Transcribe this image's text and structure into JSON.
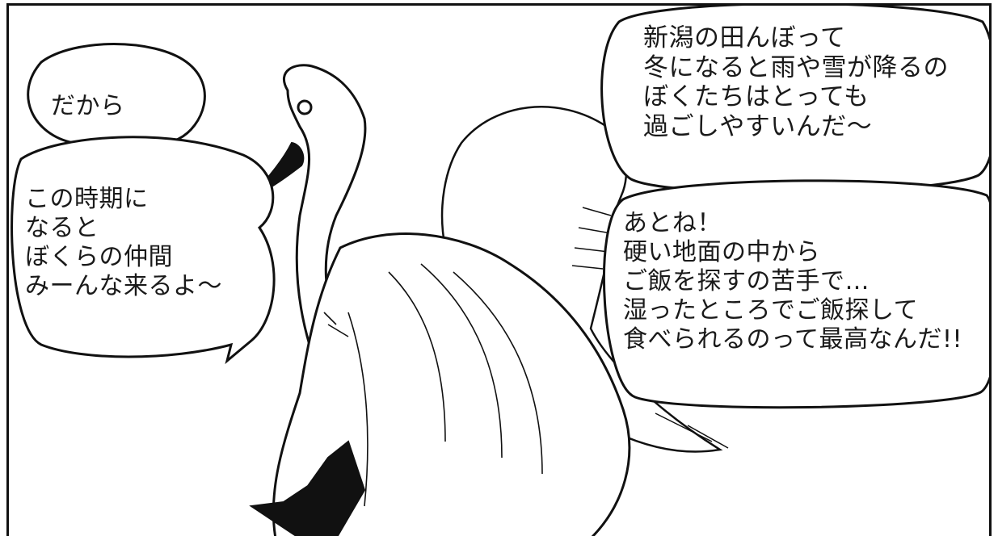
{
  "colors": {
    "ink": "#111111",
    "paper": "#ffffff"
  },
  "bubbles": {
    "left_top": {
      "lines": [
        "だから"
      ]
    },
    "left_bottom": {
      "lines": [
        "この時期に",
        "なると",
        "ぼくらの仲間",
        "みーんな来るよ〜"
      ]
    },
    "right_top": {
      "lines": [
        "新潟の田んぼって",
        "冬になると雨や雪が降るの",
        "ぼくたちはとっても",
        "過ごしやすいんだ〜"
      ]
    },
    "right_bottom": {
      "lines": [
        "あとね！",
        "硬い地面の中から",
        "ご飯を探すの苦手で…",
        "湿ったところでご飯探して",
        "食べられるのって最高なんだ!!"
      ]
    }
  },
  "illustration": {
    "subject": "swan-icon"
  }
}
